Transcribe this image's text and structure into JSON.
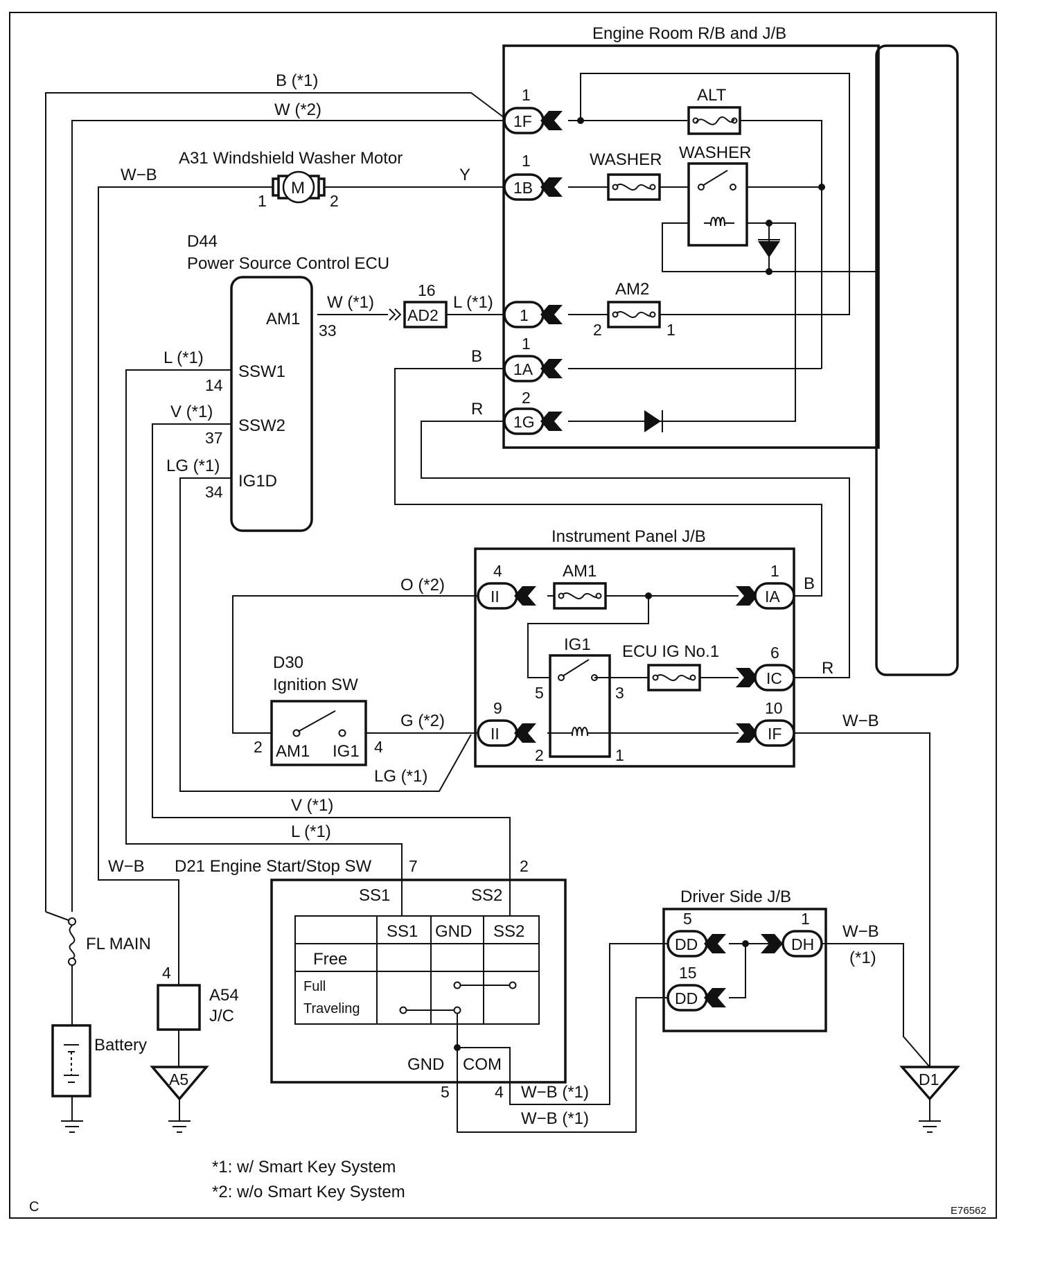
{
  "corner": {
    "left": "C",
    "right": "E76562"
  },
  "boxes": {
    "engine_room": "Engine Room R/B and J/B",
    "instrument_panel": "Instrument Panel J/B",
    "driver_side": "Driver Side J/B"
  },
  "components": {
    "washer_motor": "A31 Windshield Washer Motor",
    "motor_symbol": "M",
    "ecu_code": "D44",
    "ecu_name": "Power Source Control ECU",
    "ign_code": "D30",
    "ign_name": "Ignition SW",
    "start_sw": "D21 Engine Start/Stop SW",
    "fl_main": "FL MAIN",
    "battery": "Battery",
    "jc_code": "A54",
    "jc_name": "J/C",
    "ground_a5": "A5",
    "ground_d1": "D1"
  },
  "fuses": {
    "alt": "ALT",
    "washer_fuse": "WASHER",
    "washer_relay": "WASHER",
    "am2": "AM2",
    "am1": "AM1",
    "ig1": "IG1",
    "ecu_ig": "ECU IG No.1"
  },
  "connectors": {
    "c1F": "1F",
    "c1B": "1B",
    "c1": "1",
    "c1A": "1A",
    "c1G": "1G",
    "cAD2": "AD2",
    "cII": "II",
    "cIA": "IA",
    "cIC": "IC",
    "cIF": "IF",
    "cDD": "DD",
    "cDH": "DH"
  },
  "pins": {
    "p1F": "1",
    "p1B": "1",
    "p1A": "1",
    "p1G": "2",
    "pAD2": "16",
    "pII_top": "4",
    "pIA": "1",
    "pIC": "6",
    "pII_bot": "9",
    "pIF": "10",
    "motor_l": "1",
    "motor_r": "2",
    "am2_l": "2",
    "am2_r": "1",
    "ig1_5": "5",
    "ig1_3": "3",
    "ig1_2": "2",
    "ig1_1": "1",
    "ecu_33": "33",
    "ecu_14": "14",
    "ecu_37": "37",
    "ecu_34": "34",
    "ign_2": "2",
    "ign_4": "4",
    "ss_7": "7",
    "ss_2": "2",
    "ss_5": "5",
    "ss_4": "4",
    "dd5": "5",
    "dd15": "15",
    "dh1": "1",
    "jc4": "4"
  },
  "ecu_pins": {
    "am1": "AM1",
    "ssw1": "SSW1",
    "ssw2": "SSW2",
    "ig1d": "IG1D"
  },
  "ign_contacts": {
    "am1": "AM1",
    "ig1": "IG1"
  },
  "start_sw": {
    "ss1": "SS1",
    "ss2": "SS2",
    "gnd": "GND",
    "com": "COM",
    "table_headers": [
      "SS1",
      "GND",
      "SS2"
    ],
    "rows": [
      "Free",
      "Full",
      "Traveling"
    ]
  },
  "wires": {
    "b_s1": "B (*1)",
    "w_s2": "W (*2)",
    "wb": "W−B",
    "y": "Y",
    "w_s1": "W (*1)",
    "l_s1_ad2": "L (*1)",
    "b": "B",
    "r": "R",
    "l_s1": "L  (*1)",
    "v_s1": "V (*1)",
    "lg_s1": "LG (*1)",
    "o_s2": "O (*2)",
    "g_s2": "G (*2)",
    "lg_s1_b": "LG (*1)",
    "v_s1_b": "V (*1)",
    "l_s1_b": "L (*1)",
    "wb_left": "W−B",
    "ia_b": "B",
    "ic_r": "R",
    "if_wb": "W−B",
    "wb_s1_a": "W−B (*1)",
    "wb_s1_b": "W−B (*1)",
    "dh_wb": "W−B",
    "dh_s1": "(*1)"
  },
  "notes": [
    "*1: w/ Smart Key System",
    "*2: w/o Smart Key System"
  ]
}
